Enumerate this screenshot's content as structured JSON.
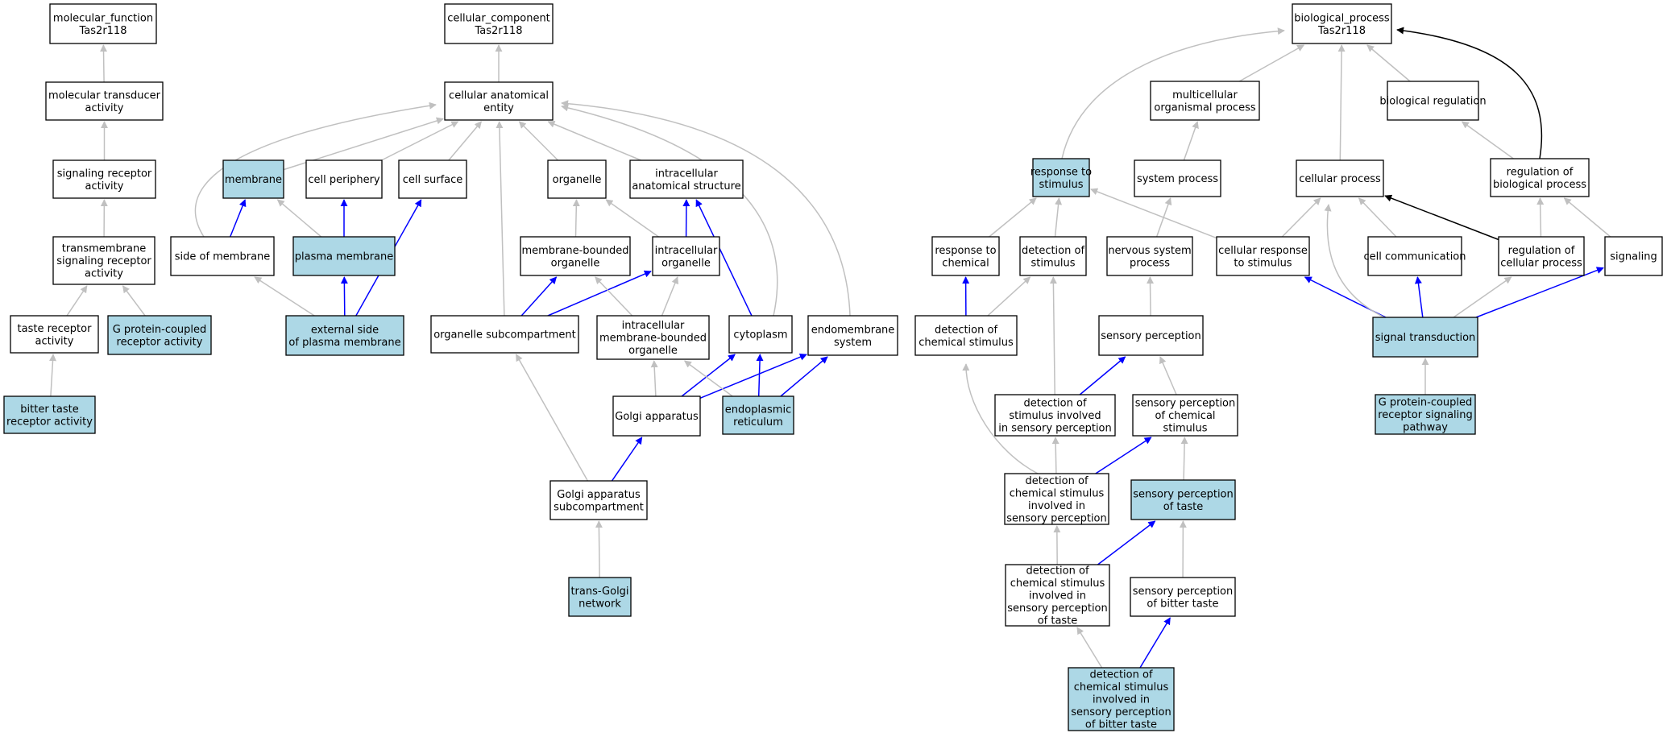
{
  "colors": {
    "highlight": "#add8e6",
    "plain": "#ffffff",
    "grey_edge": "#c0c0c0",
    "blue_edge": "#0000ff",
    "black_edge": "#000000"
  },
  "nodes": [
    {
      "id": "mf_root",
      "lines": [
        "molecular_function",
        "Tas2r118"
      ],
      "highlight": false
    },
    {
      "id": "mol_trans",
      "lines": [
        "molecular transducer",
        "activity"
      ],
      "highlight": false
    },
    {
      "id": "sig_rec",
      "lines": [
        "signaling receptor",
        "activity"
      ],
      "highlight": false
    },
    {
      "id": "tm_sig_rec",
      "lines": [
        "transmembrane",
        "signaling receptor",
        "activity"
      ],
      "highlight": false
    },
    {
      "id": "taste_rec",
      "lines": [
        "taste receptor",
        "activity"
      ],
      "highlight": false
    },
    {
      "id": "gpcr_act",
      "lines": [
        "G protein-coupled",
        "receptor activity"
      ],
      "highlight": true
    },
    {
      "id": "bitter_rec",
      "lines": [
        "bitter taste",
        "receptor activity"
      ],
      "highlight": true
    },
    {
      "id": "cc_root",
      "lines": [
        "cellular_component",
        "Tas2r118"
      ],
      "highlight": false
    },
    {
      "id": "cae",
      "lines": [
        "cellular anatomical",
        "entity"
      ],
      "highlight": false
    },
    {
      "id": "membrane",
      "lines": [
        "membrane"
      ],
      "highlight": true
    },
    {
      "id": "cell_periph",
      "lines": [
        "cell periphery"
      ],
      "highlight": false
    },
    {
      "id": "cell_surf",
      "lines": [
        "cell surface"
      ],
      "highlight": false
    },
    {
      "id": "organelle",
      "lines": [
        "organelle"
      ],
      "highlight": false
    },
    {
      "id": "ias",
      "lines": [
        "intracellular",
        "anatomical structure"
      ],
      "highlight": false
    },
    {
      "id": "side_mem",
      "lines": [
        "side of membrane"
      ],
      "highlight": false
    },
    {
      "id": "plasma_mem",
      "lines": [
        "plasma membrane"
      ],
      "highlight": true
    },
    {
      "id": "mem_bound_org",
      "lines": [
        "membrane-bounded",
        "organelle"
      ],
      "highlight": false
    },
    {
      "id": "intra_org",
      "lines": [
        "intracellular",
        "organelle"
      ],
      "highlight": false
    },
    {
      "id": "ext_side",
      "lines": [
        "external side",
        "of plasma membrane"
      ],
      "highlight": true
    },
    {
      "id": "org_subcomp",
      "lines": [
        "organelle subcompartment"
      ],
      "highlight": false
    },
    {
      "id": "intra_mbo",
      "lines": [
        "intracellular",
        "membrane-bounded",
        "organelle"
      ],
      "highlight": false
    },
    {
      "id": "cytoplasm",
      "lines": [
        "cytoplasm"
      ],
      "highlight": false
    },
    {
      "id": "endomem",
      "lines": [
        "endomembrane",
        "system"
      ],
      "highlight": false
    },
    {
      "id": "golgi",
      "lines": [
        "Golgi apparatus"
      ],
      "highlight": false
    },
    {
      "id": "er",
      "lines": [
        "endoplasmic",
        "reticulum"
      ],
      "highlight": true
    },
    {
      "id": "golgi_sub",
      "lines": [
        "Golgi apparatus",
        "subcompartment"
      ],
      "highlight": false
    },
    {
      "id": "tgn",
      "lines": [
        "trans-Golgi",
        "network"
      ],
      "highlight": true
    },
    {
      "id": "bp_root",
      "lines": [
        "biological_process",
        "Tas2r118"
      ],
      "highlight": false
    },
    {
      "id": "multi_org",
      "lines": [
        "multicellular",
        "organismal process"
      ],
      "highlight": false
    },
    {
      "id": "bio_reg",
      "lines": [
        "biological regulation"
      ],
      "highlight": false
    },
    {
      "id": "resp_stim",
      "lines": [
        "response to",
        "stimulus"
      ],
      "highlight": true
    },
    {
      "id": "sys_proc",
      "lines": [
        "system process"
      ],
      "highlight": false
    },
    {
      "id": "cell_proc",
      "lines": [
        "cellular process"
      ],
      "highlight": false
    },
    {
      "id": "reg_bio",
      "lines": [
        "regulation of",
        "biological process"
      ],
      "highlight": false
    },
    {
      "id": "resp_chem",
      "lines": [
        "response to",
        "chemical"
      ],
      "highlight": false
    },
    {
      "id": "det_stim",
      "lines": [
        "detection of",
        "stimulus"
      ],
      "highlight": false
    },
    {
      "id": "nerv_sys",
      "lines": [
        "nervous system",
        "process"
      ],
      "highlight": false
    },
    {
      "id": "cell_resp",
      "lines": [
        "cellular response",
        "to stimulus"
      ],
      "highlight": false
    },
    {
      "id": "cell_comm",
      "lines": [
        "cell communication"
      ],
      "highlight": false
    },
    {
      "id": "reg_cell",
      "lines": [
        "regulation of",
        "cellular process"
      ],
      "highlight": false
    },
    {
      "id": "signaling",
      "lines": [
        "signaling"
      ],
      "highlight": false
    },
    {
      "id": "det_chem",
      "lines": [
        "detection of",
        "chemical stimulus"
      ],
      "highlight": false
    },
    {
      "id": "sens_perc",
      "lines": [
        "sensory perception"
      ],
      "highlight": false
    },
    {
      "id": "sig_trans",
      "lines": [
        "signal transduction"
      ],
      "highlight": true
    },
    {
      "id": "det_stim_sp",
      "lines": [
        "detection of",
        "stimulus involved",
        "in sensory perception"
      ],
      "highlight": false
    },
    {
      "id": "sp_chem",
      "lines": [
        "sensory perception",
        "of chemical",
        "stimulus"
      ],
      "highlight": false
    },
    {
      "id": "gpcr_path",
      "lines": [
        "G protein-coupled",
        "receptor signaling",
        "pathway"
      ],
      "highlight": true
    },
    {
      "id": "det_chem_sp",
      "lines": [
        "detection of",
        "chemical stimulus",
        "involved in",
        "sensory perception"
      ],
      "highlight": false
    },
    {
      "id": "sp_taste",
      "lines": [
        "sensory perception",
        "of taste"
      ],
      "highlight": true
    },
    {
      "id": "det_chem_taste",
      "lines": [
        "detection of",
        "chemical stimulus",
        "involved in",
        "sensory perception",
        "of taste"
      ],
      "highlight": false
    },
    {
      "id": "sp_bitter",
      "lines": [
        "sensory perception",
        "of bitter taste"
      ],
      "highlight": false
    },
    {
      "id": "det_chem_bitter",
      "lines": [
        "detection of",
        "chemical stimulus",
        "involved in",
        "sensory perception",
        "of bitter taste"
      ],
      "highlight": true
    }
  ],
  "edges": [
    {
      "from": "mol_trans",
      "to": "mf_root",
      "color": "grey"
    },
    {
      "from": "sig_rec",
      "to": "mol_trans",
      "color": "grey"
    },
    {
      "from": "tm_sig_rec",
      "to": "sig_rec",
      "color": "grey"
    },
    {
      "from": "taste_rec",
      "to": "tm_sig_rec",
      "color": "grey"
    },
    {
      "from": "gpcr_act",
      "to": "tm_sig_rec",
      "color": "grey"
    },
    {
      "from": "bitter_rec",
      "to": "taste_rec",
      "color": "grey"
    },
    {
      "from": "cae",
      "to": "cc_root",
      "color": "grey"
    },
    {
      "from": "membrane",
      "to": "cae",
      "color": "grey"
    },
    {
      "from": "cell_periph",
      "to": "cae",
      "color": "grey"
    },
    {
      "from": "cell_surf",
      "to": "cae",
      "color": "grey"
    },
    {
      "from": "organelle",
      "to": "cae",
      "color": "grey"
    },
    {
      "from": "ias",
      "to": "cae",
      "color": "grey"
    },
    {
      "from": "side_mem",
      "to": "cae",
      "color": "grey"
    },
    {
      "from": "org_subcomp",
      "to": "cae",
      "color": "grey"
    },
    {
      "from": "cytoplasm",
      "to": "cae",
      "color": "grey"
    },
    {
      "from": "endomem",
      "to": "cae",
      "color": "grey"
    },
    {
      "from": "side_mem",
      "to": "membrane",
      "color": "blue"
    },
    {
      "from": "plasma_mem",
      "to": "membrane",
      "color": "grey"
    },
    {
      "from": "plasma_mem",
      "to": "cell_periph",
      "color": "blue"
    },
    {
      "from": "ext_side",
      "to": "side_mem",
      "color": "grey"
    },
    {
      "from": "ext_side",
      "to": "plasma_mem",
      "color": "blue"
    },
    {
      "from": "ext_side",
      "to": "cell_surf",
      "color": "blue"
    },
    {
      "from": "mem_bound_org",
      "to": "organelle",
      "color": "grey"
    },
    {
      "from": "intra_org",
      "to": "organelle",
      "color": "grey"
    },
    {
      "from": "intra_org",
      "to": "ias",
      "color": "blue"
    },
    {
      "from": "org_subcomp",
      "to": "mem_bound_org",
      "color": "blue"
    },
    {
      "from": "org_subcomp",
      "to": "intra_org",
      "color": "blue"
    },
    {
      "from": "intra_mbo",
      "to": "mem_bound_org",
      "color": "grey"
    },
    {
      "from": "intra_mbo",
      "to": "intra_org",
      "color": "grey"
    },
    {
      "from": "cytoplasm",
      "to": "ias",
      "color": "blue"
    },
    {
      "from": "golgi",
      "to": "intra_mbo",
      "color": "grey"
    },
    {
      "from": "golgi",
      "to": "cytoplasm",
      "color": "blue"
    },
    {
      "from": "golgi",
      "to": "endomem",
      "color": "blue"
    },
    {
      "from": "er",
      "to": "intra_mbo",
      "color": "grey"
    },
    {
      "from": "er",
      "to": "cytoplasm",
      "color": "blue"
    },
    {
      "from": "er",
      "to": "endomem",
      "color": "blue"
    },
    {
      "from": "golgi_sub",
      "to": "org_subcomp",
      "color": "grey"
    },
    {
      "from": "golgi_sub",
      "to": "golgi",
      "color": "blue"
    },
    {
      "from": "tgn",
      "to": "golgi_sub",
      "color": "grey"
    },
    {
      "from": "multi_org",
      "to": "bp_root",
      "color": "grey"
    },
    {
      "from": "bio_reg",
      "to": "bp_root",
      "color": "grey"
    },
    {
      "from": "resp_stim",
      "to": "bp_root",
      "color": "grey"
    },
    {
      "from": "cell_proc",
      "to": "bp_root",
      "color": "grey"
    },
    {
      "from": "reg_bio",
      "to": "bp_root",
      "color": "black"
    },
    {
      "from": "reg_bio",
      "to": "bio_reg",
      "color": "grey"
    },
    {
      "from": "sys_proc",
      "to": "multi_org",
      "color": "grey"
    },
    {
      "from": "resp_chem",
      "to": "resp_stim",
      "color": "grey"
    },
    {
      "from": "det_stim",
      "to": "resp_stim",
      "color": "grey"
    },
    {
      "from": "cell_resp",
      "to": "resp_stim",
      "color": "grey"
    },
    {
      "from": "cell_resp",
      "to": "cell_proc",
      "color": "grey"
    },
    {
      "from": "nerv_sys",
      "to": "sys_proc",
      "color": "grey"
    },
    {
      "from": "cell_comm",
      "to": "cell_proc",
      "color": "grey"
    },
    {
      "from": "reg_cell",
      "to": "cell_proc",
      "color": "black"
    },
    {
      "from": "reg_cell",
      "to": "reg_bio",
      "color": "grey"
    },
    {
      "from": "signaling",
      "to": "reg_bio",
      "color": "grey"
    },
    {
      "from": "det_chem",
      "to": "resp_chem",
      "color": "blue"
    },
    {
      "from": "det_chem",
      "to": "det_stim",
      "color": "grey"
    },
    {
      "from": "sens_perc",
      "to": "nerv_sys",
      "color": "grey"
    },
    {
      "from": "sig_trans",
      "to": "cell_resp",
      "color": "blue"
    },
    {
      "from": "sig_trans",
      "to": "cell_proc",
      "color": "grey"
    },
    {
      "from": "sig_trans",
      "to": "cell_comm",
      "color": "blue"
    },
    {
      "from": "sig_trans",
      "to": "reg_cell",
      "color": "grey"
    },
    {
      "from": "sig_trans",
      "to": "signaling",
      "color": "blue"
    },
    {
      "from": "det_stim_sp",
      "to": "det_stim",
      "color": "grey"
    },
    {
      "from": "det_stim_sp",
      "to": "sens_perc",
      "color": "blue"
    },
    {
      "from": "sp_chem",
      "to": "sens_perc",
      "color": "grey"
    },
    {
      "from": "gpcr_path",
      "to": "sig_trans",
      "color": "grey"
    },
    {
      "from": "det_chem_sp",
      "to": "det_chem",
      "color": "grey"
    },
    {
      "from": "det_chem_sp",
      "to": "det_stim_sp",
      "color": "grey"
    },
    {
      "from": "det_chem_sp",
      "to": "sp_chem",
      "color": "blue"
    },
    {
      "from": "sp_taste",
      "to": "sp_chem",
      "color": "grey"
    },
    {
      "from": "det_chem_taste",
      "to": "det_chem_sp",
      "color": "grey"
    },
    {
      "from": "det_chem_taste",
      "to": "sp_taste",
      "color": "blue"
    },
    {
      "from": "sp_bitter",
      "to": "sp_taste",
      "color": "grey"
    },
    {
      "from": "det_chem_bitter",
      "to": "det_chem_taste",
      "color": "grey"
    },
    {
      "from": "det_chem_bitter",
      "to": "sp_bitter",
      "color": "blue"
    }
  ]
}
